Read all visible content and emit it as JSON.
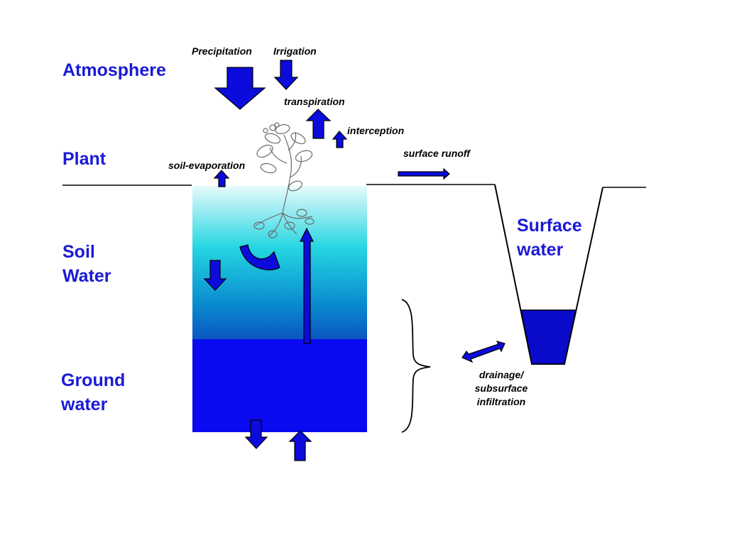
{
  "zones": {
    "atmosphere": "Atmosphere",
    "plant": "Plant",
    "soil_line1": "Soil",
    "soil_line2": "Water",
    "ground_line1": "Ground",
    "ground_line2": "water",
    "surface_line1": "Surface",
    "surface_line2": "water"
  },
  "flows": {
    "precipitation": "Precipitation",
    "irrigation": "Irrigation",
    "transpiration": "transpiration",
    "interception": "interception",
    "soil_evaporation": "soil-evaporation",
    "surface_runoff": "surface runoff",
    "drainage_line1": "drainage/",
    "drainage_line2": "subsurface",
    "drainage_line3": "infiltration"
  },
  "colors": {
    "zone_text": "#1a1ad6",
    "arrow_fill": "#0b0bdc",
    "groundwater": "#0a0af0",
    "surface_water": "#0a0acb",
    "soil_gradient": [
      "#e8fbfc",
      "#25d6e2",
      "#0878c8",
      "#0a55c0"
    ]
  },
  "icons": [
    "plant-icon"
  ]
}
